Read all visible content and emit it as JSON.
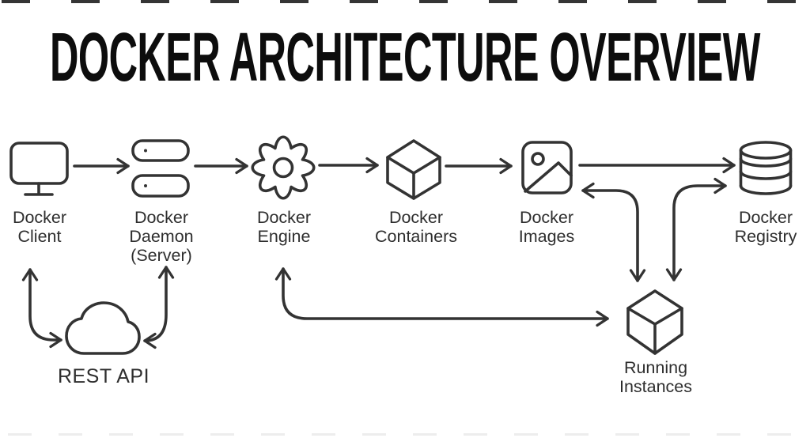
{
  "title": "DOCKER ARCHITECTURE OVERVIEW",
  "diagram": {
    "nodes": [
      {
        "id": "docker-client",
        "icon": "monitor-icon",
        "lines": [
          "Docker",
          "Client"
        ]
      },
      {
        "id": "docker-daemon",
        "icon": "server-stack-icon",
        "lines": [
          "Docker",
          "Daemon",
          "(Server)"
        ]
      },
      {
        "id": "docker-engine",
        "icon": "gear-icon",
        "lines": [
          "Docker",
          "Engine"
        ]
      },
      {
        "id": "docker-containers",
        "icon": "cube-icon",
        "lines": [
          "Docker",
          "Containers"
        ]
      },
      {
        "id": "docker-images",
        "icon": "picture-icon",
        "lines": [
          "Docker",
          "Images"
        ]
      },
      {
        "id": "docker-registry",
        "icon": "database-icon",
        "lines": [
          "Docker",
          "Registry"
        ]
      },
      {
        "id": "rest-api",
        "icon": "cloud-icon",
        "lines": [
          "REST API"
        ]
      },
      {
        "id": "running-instances",
        "icon": "cube-icon",
        "lines": [
          "Running",
          "Instances"
        ]
      }
    ],
    "edges": [
      {
        "from": "docker-client",
        "to": "docker-daemon",
        "direction": "one-way"
      },
      {
        "from": "docker-daemon",
        "to": "docker-engine",
        "direction": "one-way"
      },
      {
        "from": "docker-engine",
        "to": "docker-containers",
        "direction": "one-way"
      },
      {
        "from": "docker-containers",
        "to": "docker-images",
        "direction": "one-way"
      },
      {
        "from": "docker-images",
        "to": "docker-registry",
        "direction": "one-way"
      },
      {
        "from": "docker-client",
        "to": "rest-api",
        "direction": "both"
      },
      {
        "from": "docker-daemon",
        "to": "rest-api",
        "direction": "both"
      },
      {
        "from": "docker-engine",
        "to": "running-instances",
        "direction": "both"
      },
      {
        "from": "running-instances",
        "to": "docker-images",
        "direction": "both"
      },
      {
        "from": "running-instances",
        "to": "docker-registry",
        "direction": "both"
      }
    ]
  },
  "colors": {
    "line": "#333333",
    "title": "#0d0d0d",
    "label": "#2e2e2e",
    "background": "#ffffff"
  }
}
